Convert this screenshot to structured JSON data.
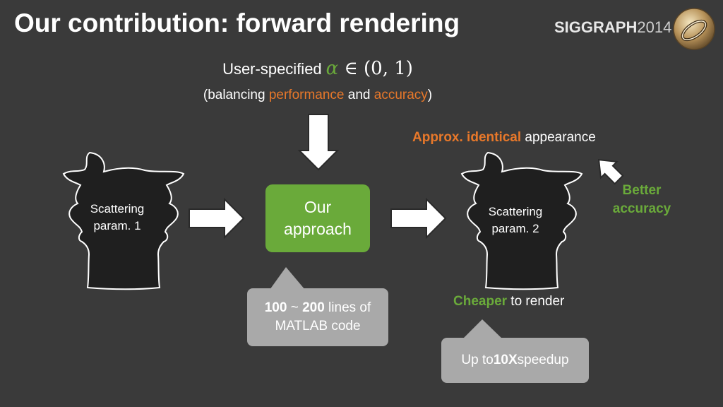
{
  "title": "Our contribution: forward rendering",
  "logo": {
    "brand": "SIGGRAPH",
    "year": "2014"
  },
  "input": {
    "prefix": "User-specified",
    "alpha_symbol": "α",
    "math_rest": "∈ (0, 1)",
    "balancing_open": "(balancing ",
    "performance": "performance",
    "and": " and ",
    "accuracy": "accuracy",
    "balancing_close": ")"
  },
  "source": {
    "line1": "Scattering",
    "line2": "param. 1"
  },
  "approach": {
    "line1": "Our",
    "line2": "approach"
  },
  "target": {
    "line1": "Scattering",
    "line2": "param. 2"
  },
  "code_callout": {
    "num1": "100",
    "tilde": " ~ ",
    "num2": "200",
    "rest1": " lines of",
    "line2": "MATLAB code"
  },
  "appearance": {
    "bold": "Approx. identical",
    "rest": " appearance"
  },
  "better": {
    "line1": "Better",
    "line2": "accuracy"
  },
  "cheaper": {
    "bold": "Cheaper",
    "rest": " to render"
  },
  "speedup_callout": {
    "prefix": "Up to ",
    "bold": "10X",
    "rest": " speedup"
  },
  "colors": {
    "background": "#3a3a3a",
    "green": "#6aaa3a",
    "orange": "#e8782a",
    "callout": "#a9a9a9"
  }
}
